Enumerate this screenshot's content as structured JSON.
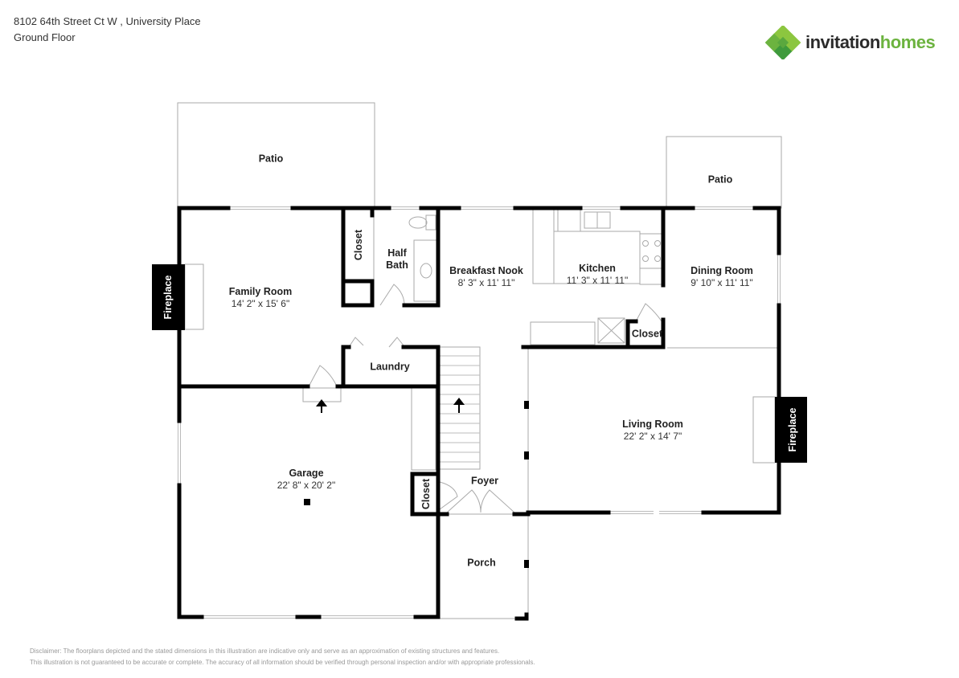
{
  "header": {
    "address": "8102 64th Street Ct W , University Place",
    "floor": "Ground Floor"
  },
  "logo": {
    "icon": "clover-diamond-logo-icon",
    "text_primary": "invitation",
    "text_secondary": "homes",
    "colors": {
      "dark": "#2b2b2b",
      "green": "#6cb33f",
      "green_dark": "#3f9a3c",
      "green_light": "#8cc63f"
    }
  },
  "rooms": {
    "patio_left": {
      "name": "Patio"
    },
    "patio_right": {
      "name": "Patio"
    },
    "family_room": {
      "name": "Family Room",
      "dims": "14' 2\" x 15' 6\""
    },
    "fireplace_left": {
      "name": "Fireplace"
    },
    "closet_top": {
      "name": "Closet"
    },
    "half_bath": {
      "name": "Half\nBath",
      "line1": "Half",
      "line2": "Bath"
    },
    "breakfast_nook": {
      "name": "Breakfast Nook",
      "dims": "8' 3\" x 11' 11\""
    },
    "kitchen": {
      "name": "Kitchen",
      "dims": "11' 3\" x 11' 11\""
    },
    "dining_room": {
      "name": "Dining Room",
      "dims": "9' 10\" x 11' 11\""
    },
    "closet_kitchen": {
      "name": "Closet"
    },
    "laundry": {
      "name": "Laundry"
    },
    "living_room": {
      "name": "Living Room",
      "dims": "22' 2\" x 14' 7\""
    },
    "fireplace_right": {
      "name": "Fireplace"
    },
    "garage": {
      "name": "Garage",
      "dims": "22' 8\" x 20' 2\""
    },
    "closet_foyer": {
      "name": "Closet"
    },
    "foyer": {
      "name": "Foyer"
    },
    "porch": {
      "name": "Porch"
    }
  },
  "disclaimer": {
    "line1": "Disclaimer: The floorplans depicted and the stated dimensions in this illustration are indicative only and serve as an approximation of existing structures and features.",
    "line2": "This illustration is not guaranteed to be accurate or complete. The accuracy of all information should be verified through personal inspection and/or with appropriate professionals."
  }
}
